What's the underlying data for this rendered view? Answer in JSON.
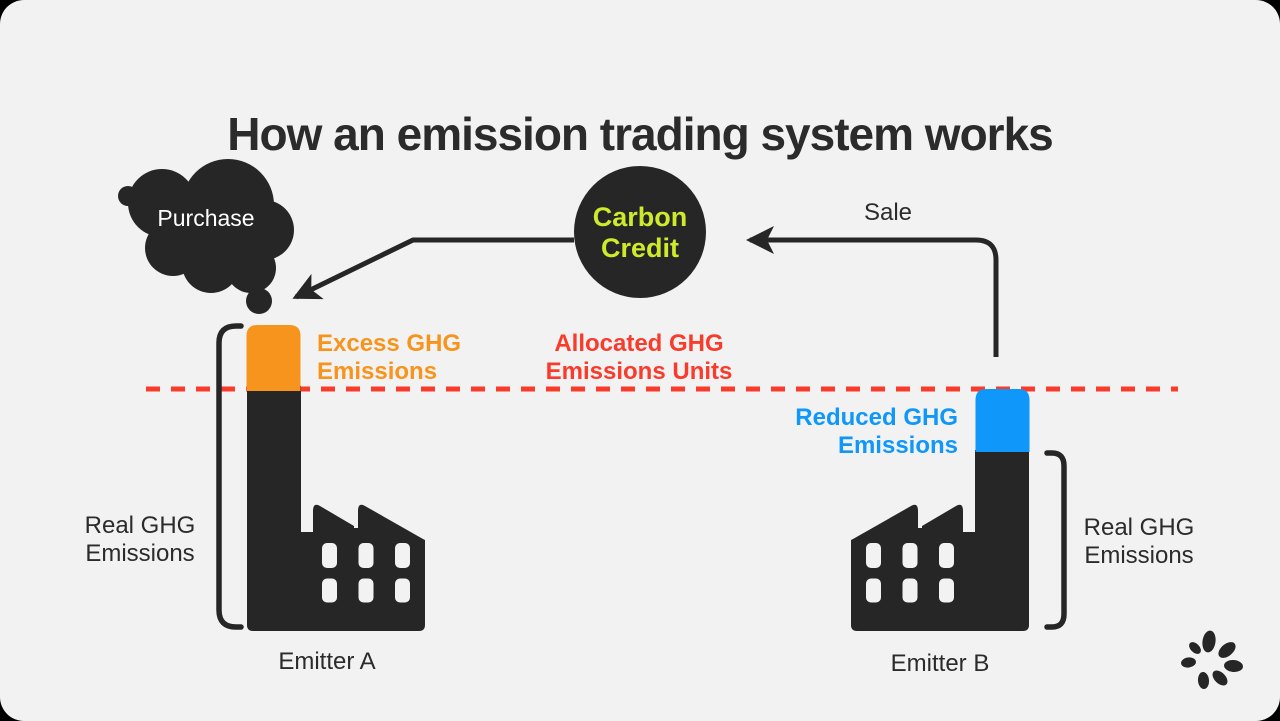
{
  "title": "How an emission trading system works",
  "colors": {
    "background": "#f2f2f2",
    "ink": "#262626",
    "text": "#2b2b2b",
    "orange": "#f7941d",
    "blue": "#0f97fa",
    "red": "#f93b2c",
    "lime": "#cdea2b",
    "white": "#ffffff"
  },
  "diagram": {
    "purchase": {
      "label": "Purchase"
    },
    "carbon_credit": {
      "line1": "Carbon",
      "line2": "Credit"
    },
    "sale": {
      "label": "Sale"
    },
    "allocated_cap": {
      "line1": "Allocated GHG",
      "line2": "Emissions Units"
    },
    "emitter_a": {
      "name": "Emitter A",
      "excess": {
        "line1": "Excess GHG",
        "line2": "Emissions"
      },
      "real": {
        "line1": "Real GHG",
        "line2": "Emissions"
      }
    },
    "emitter_b": {
      "name": "Emitter B",
      "reduced": {
        "line1": "Reduced GHG",
        "line2": "Emissions"
      },
      "real": {
        "line1": "Real GHG",
        "line2": "Emissions"
      }
    },
    "icons": {
      "smoke_cloud": "smoke-cloud-icon",
      "factory": "factory-icon",
      "logo": "petal-flower-logo"
    }
  }
}
